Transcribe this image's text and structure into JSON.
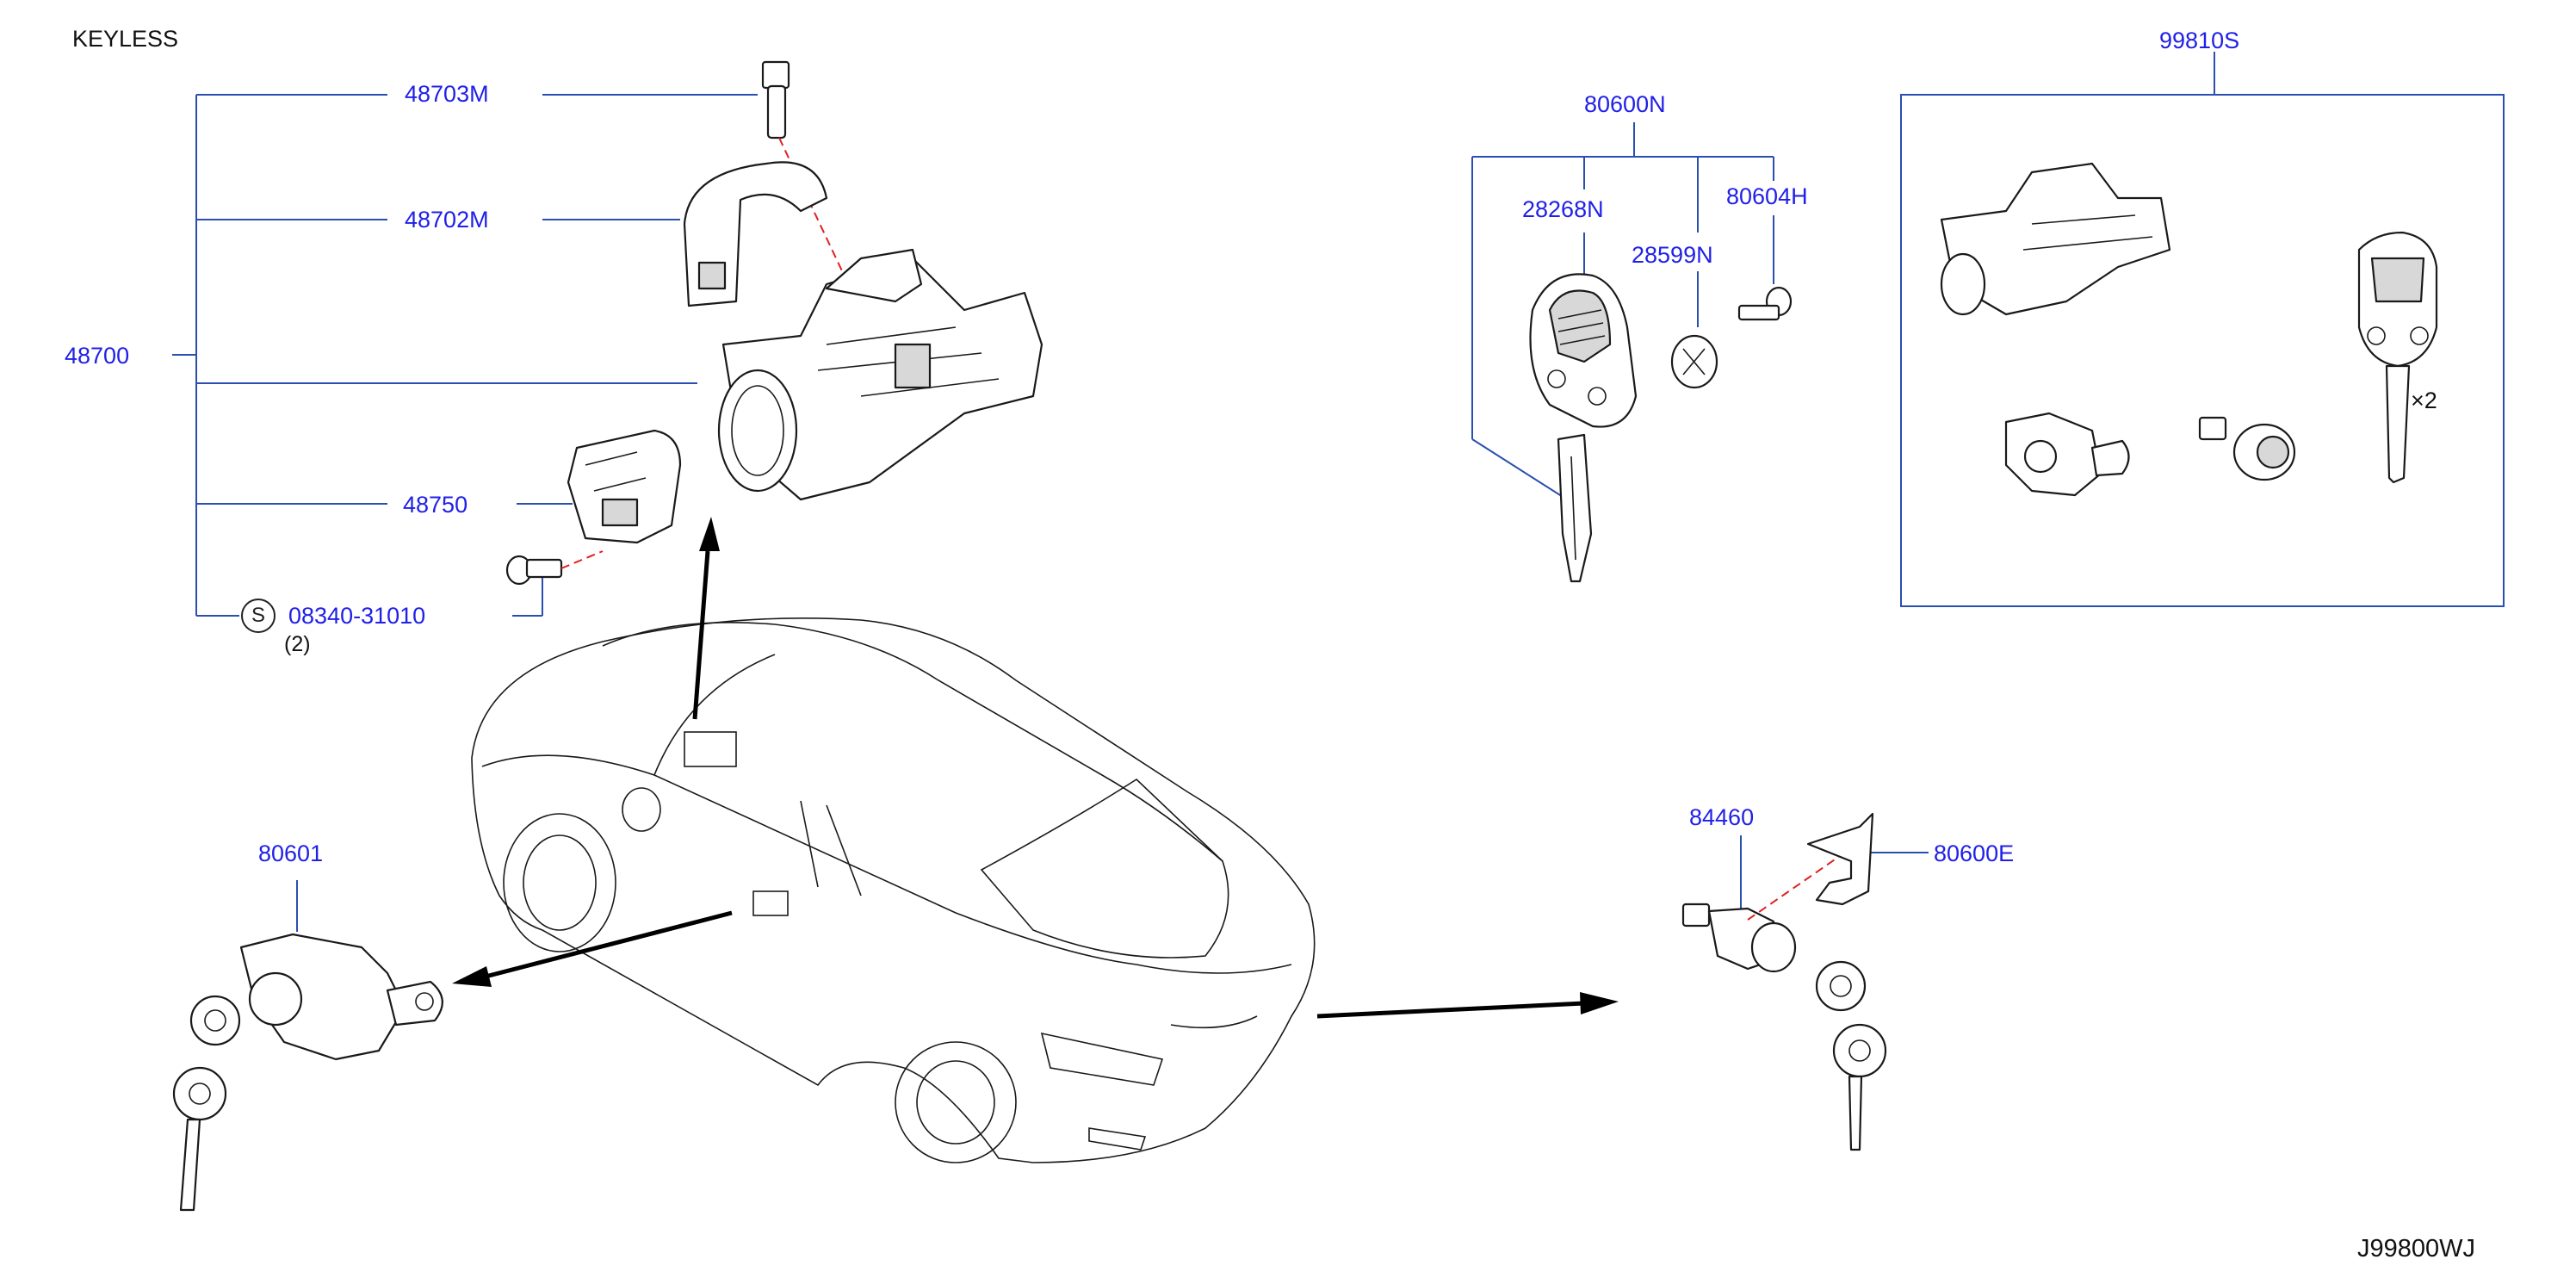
{
  "header": {
    "title": "KEYLESS"
  },
  "footer": {
    "code": "J99800WJ"
  },
  "labels": {
    "p48703M": "48703M",
    "p48702M": "48702M",
    "p48700": "48700",
    "p48750": "48750",
    "p08340": "08340-31010",
    "p08340_qty": "(2)",
    "s_mark": "S",
    "p80600N": "80600N",
    "p28268N": "28268N",
    "p28599N": "28599N",
    "p80604H": "80604H",
    "p99810S": "99810S",
    "x2": "×2",
    "p80601": "80601",
    "p84460": "84460",
    "p80600E": "80600E"
  }
}
